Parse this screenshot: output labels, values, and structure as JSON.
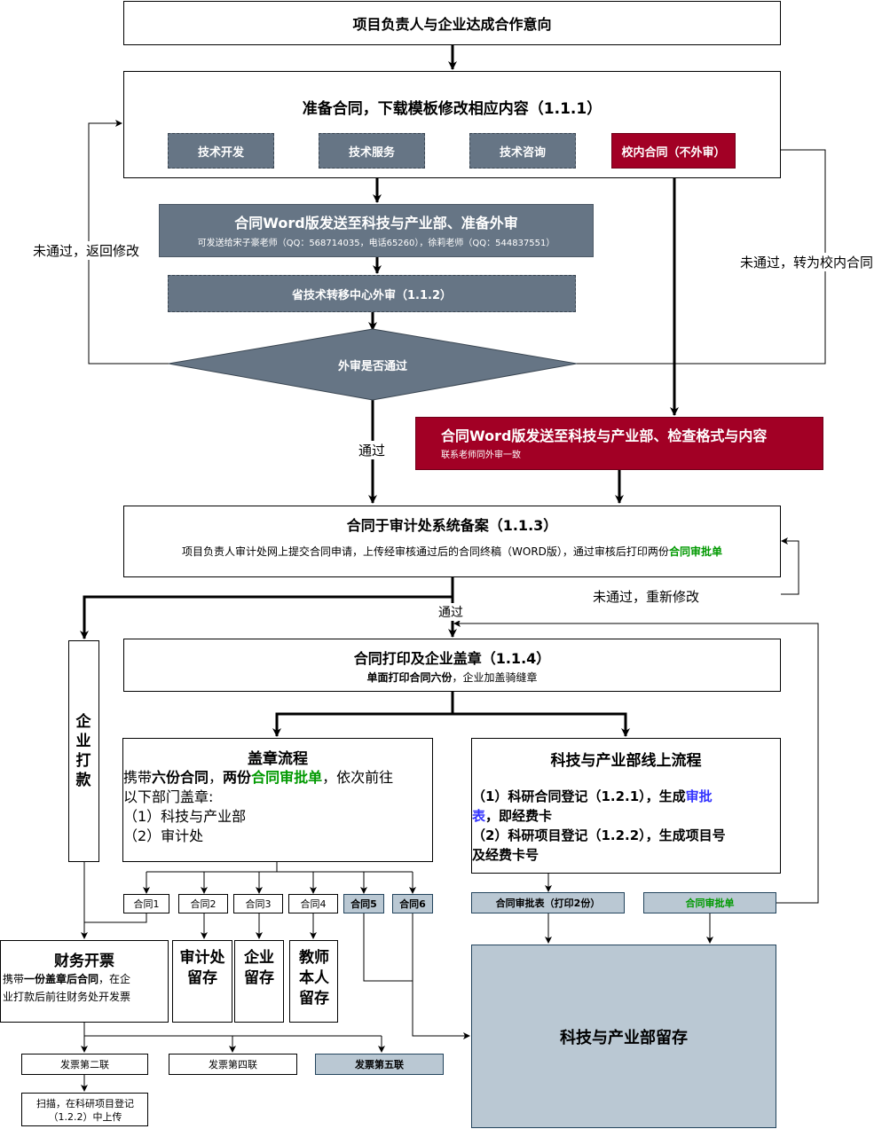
{
  "nodes": {
    "start": "项目负责人与企业达成合作意向",
    "prepare": "准备合同，下载模板修改相应内容（1.1.1）",
    "types": [
      "技术开发",
      "技术服务",
      "技术咨询",
      "校内合同（不外审）"
    ],
    "send_external_title": "合同Word版发送至科技与产业部、准备外审",
    "send_external_sub": "可发送给宋子豪老师（QQ：568714035，电话65260），徐莉老师（QQ：544837551）",
    "provincial_review": "省技术转移中心外审（1.1.2）",
    "decision": "外审是否通过",
    "send_internal_title": "合同Word版发送至科技与产业部、检查格式与内容",
    "send_internal_sub": "联系老师同外审一致",
    "audit_title": "合同于审计处系统备案（1.1.3）",
    "audit_desc_prefix": "项目负责人审计处网上提交合同申请，上传经审核通过后的合同终稿（WORD版），通过审核后打印两份",
    "audit_desc_green": "合同审批单",
    "print_title": "合同打印及企业盖章（1.1.4）",
    "print_sub_a": "单面打印合同",
    "print_sub_b": "六份",
    "print_sub_c": "，企业加盖骑缝章",
    "company_pay": "企业打款",
    "stamp_title": "盖章流程",
    "stamp_line1_a": "携带",
    "stamp_line1_b": "六份合同",
    "stamp_line1_c": "，",
    "stamp_line1_d": "两份",
    "stamp_line1_e": "合同审批单",
    "stamp_line1_f": "，依次前往",
    "stamp_line2": "以下部门盖章:",
    "stamp_item1": "（1）科技与产业部",
    "stamp_item2": "（2）审计处",
    "online_title": "科技与产业部线上流程",
    "online_1a": "（1）科研合同登记（1.2.1），生成",
    "online_1b": "审批",
    "online_1c": "表",
    "online_1d": "，即经费卡",
    "online_2a": "（2）科研项目登记（1.2.2），生成项目号",
    "online_2b": "及经费卡号",
    "contracts": [
      "合同1",
      "合同2",
      "合同3",
      "合同4",
      "合同5",
      "合同6"
    ],
    "approval_table": "合同审批表（打印2份）",
    "approval_form": "合同审批单",
    "finance_title": "财务开票",
    "finance_desc_a": "携带",
    "finance_desc_b": "一份盖章后合同",
    "finance_desc_c": "，在企",
    "finance_desc_d": "业打款后前往财务处开发票",
    "keep_audit": "审计处留存",
    "keep_company": "企业留存",
    "keep_teacher": "教师本人留存",
    "keep_dept": "科技与产业部留存",
    "invoice2": "发票第二联",
    "invoice4": "发票第四联",
    "invoice5": "发票第五联",
    "scan": "扫描，在科研项目登记（1.2.2）中上传"
  },
  "edges": {
    "fail_return": "未通过，返回修改",
    "fail_internal": "未通过，转为校内合同",
    "pass": "通过",
    "fail_revise": "未通过，重新修改",
    "pass2": "通过"
  },
  "colors": {
    "slate": "#667585",
    "red": "#a20025",
    "light": "#bac8d3",
    "green": "#009900",
    "blue": "#3333ff"
  }
}
